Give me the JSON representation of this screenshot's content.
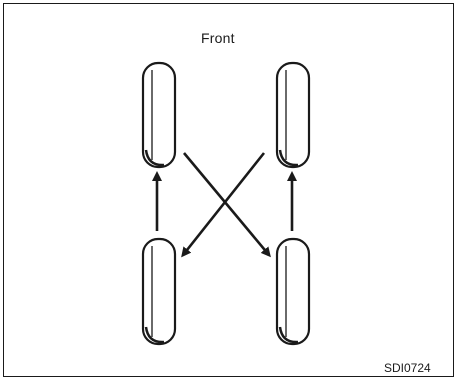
{
  "diagram": {
    "front_label": "Front",
    "figure_code": "SDI0724",
    "line_color": "#1a1a1a",
    "tires": [
      "front-left",
      "front-right",
      "rear-left",
      "rear-right"
    ]
  }
}
